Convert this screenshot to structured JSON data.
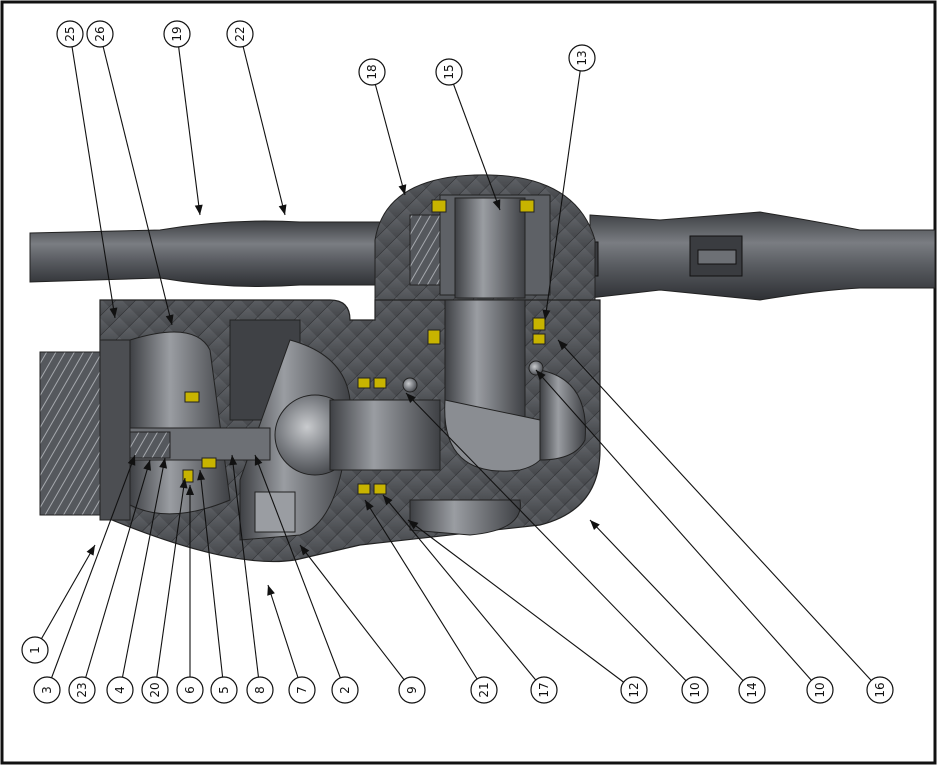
{
  "callouts_top": [
    "25",
    "26",
    "19",
    "22",
    "18",
    "15",
    "13"
  ],
  "callouts_bottom": [
    "1",
    "3",
    "23",
    "4",
    "20",
    "6",
    "5",
    "8",
    "7",
    "2",
    "9",
    "21",
    "17",
    "12",
    "10",
    "14",
    "10",
    "16"
  ],
  "colors": {
    "metal_dark": "#4a4c50",
    "metal_mid": "#6d7075",
    "metal_light": "#9a9da2",
    "seal_yellow": "#c8b400",
    "line": "#111111"
  }
}
